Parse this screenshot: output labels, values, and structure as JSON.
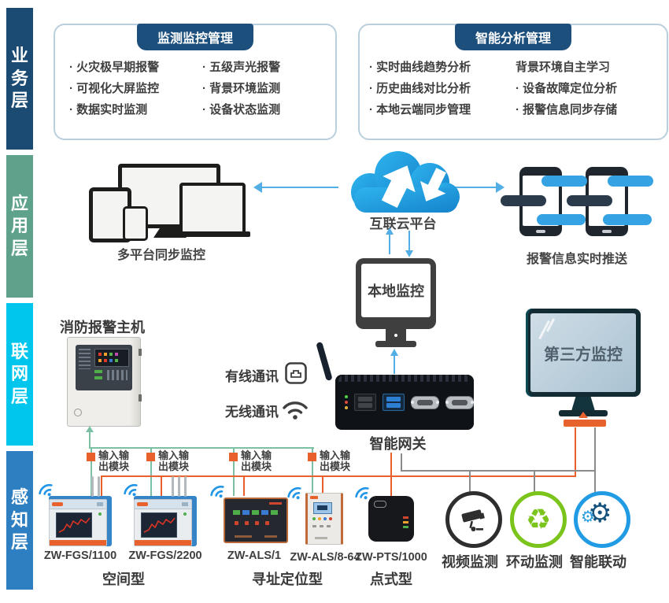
{
  "layers": [
    {
      "label": "业务层",
      "color": "#1b4a73"
    },
    {
      "label": "应用层",
      "color": "#5fa28c"
    },
    {
      "label": "联网层",
      "color": "#00c6ee"
    },
    {
      "label": "感知层",
      "color": "#2e7fc1"
    }
  ],
  "monitor_box": {
    "title": "监测监控管理",
    "items_left": [
      "· 火灾极早期报警",
      "· 可视化大屏监控",
      "· 数据实时监测"
    ],
    "items_right": [
      "· 五级声光报警",
      "· 背景环境监测",
      "· 设备状态监测"
    ]
  },
  "analysis_box": {
    "title": "智能分析管理",
    "items_left": [
      "· 实时曲线趋势分析",
      "· 历史曲线对比分析",
      "· 本地云端同步管理"
    ],
    "items_right": [
      "背景环境自主学习",
      "· 设备故障定位分析",
      "· 报警信息同步存储"
    ]
  },
  "application": {
    "multi_platform_label": "多平台同步监控",
    "cloud_label": "互联云平台",
    "push_label": "报警信息实时推送",
    "local_monitor_label": "本地监控"
  },
  "network": {
    "fire_host_label": "消防报警主机",
    "wired_label": "有线通讯",
    "wireless_label": "无线通讯",
    "gateway_label": "智能网关",
    "third_party_label": "第三方监控"
  },
  "perception": {
    "module_label_line1": "输入输",
    "module_label_line2": "出模块",
    "devices": [
      {
        "model": "ZW-FGS/1100"
      },
      {
        "model": "ZW-FGS/2200"
      },
      {
        "model": "ZW-ALS/1"
      },
      {
        "model": "ZW-ALS/8-64"
      },
      {
        "model": "ZW-PTS/1000"
      }
    ],
    "category_spatial": "空间型",
    "category_addressable": "寻址定位型",
    "category_point": "点式型",
    "functions": [
      {
        "label": "视频监测"
      },
      {
        "label": "环动监测"
      },
      {
        "label": "智能联动"
      }
    ]
  },
  "palette": {
    "header_navy": "#1c4f7c",
    "wire_green": "#7cc0a4",
    "wire_orange": "#e8602c",
    "wire_gray": "#8a8a8a",
    "arrow_blue": "#53aee6",
    "cloud_blue": "#1e9ade"
  }
}
